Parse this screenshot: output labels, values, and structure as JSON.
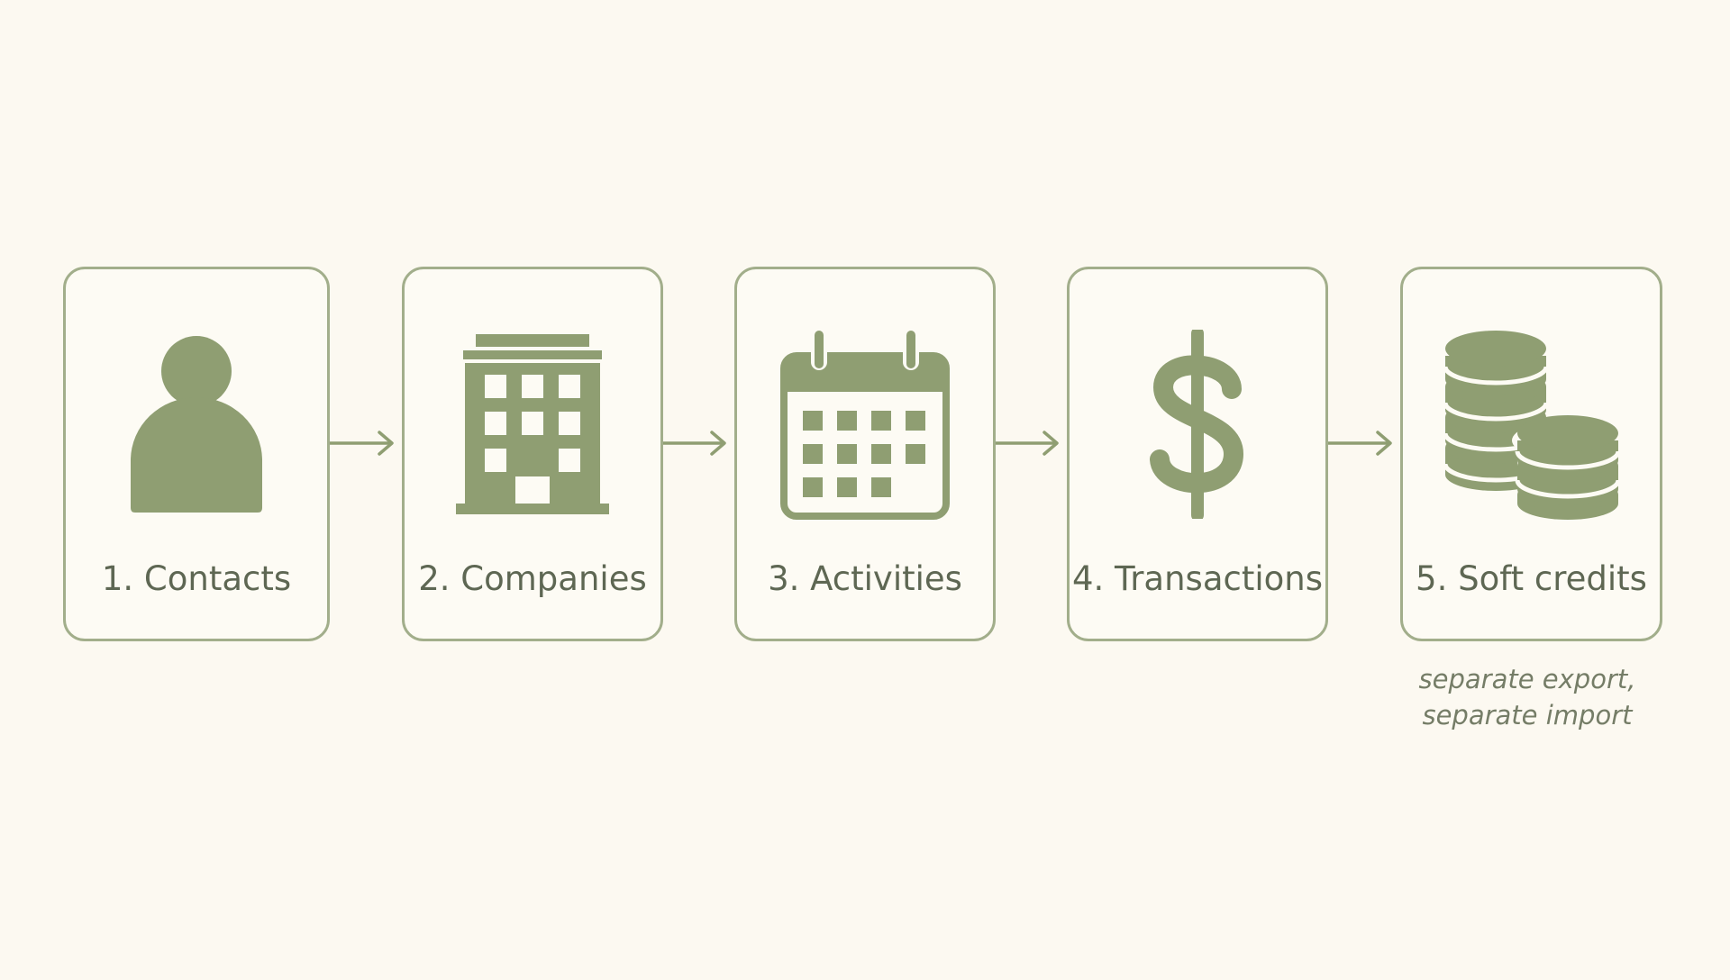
{
  "accent_color": "#8f9e72",
  "border_color": "#a2ae8b",
  "steps": [
    {
      "label": "1. Contacts",
      "icon": "person-icon"
    },
    {
      "label": "2. Companies",
      "icon": "building-icon"
    },
    {
      "label": "3. Activities",
      "icon": "calendar-icon"
    },
    {
      "label": "4. Transactions",
      "icon": "dollar-icon"
    },
    {
      "label": "5. Soft credits",
      "icon": "coins-icon"
    }
  ],
  "note": {
    "line1": "separate export,",
    "line2": "separate import"
  }
}
